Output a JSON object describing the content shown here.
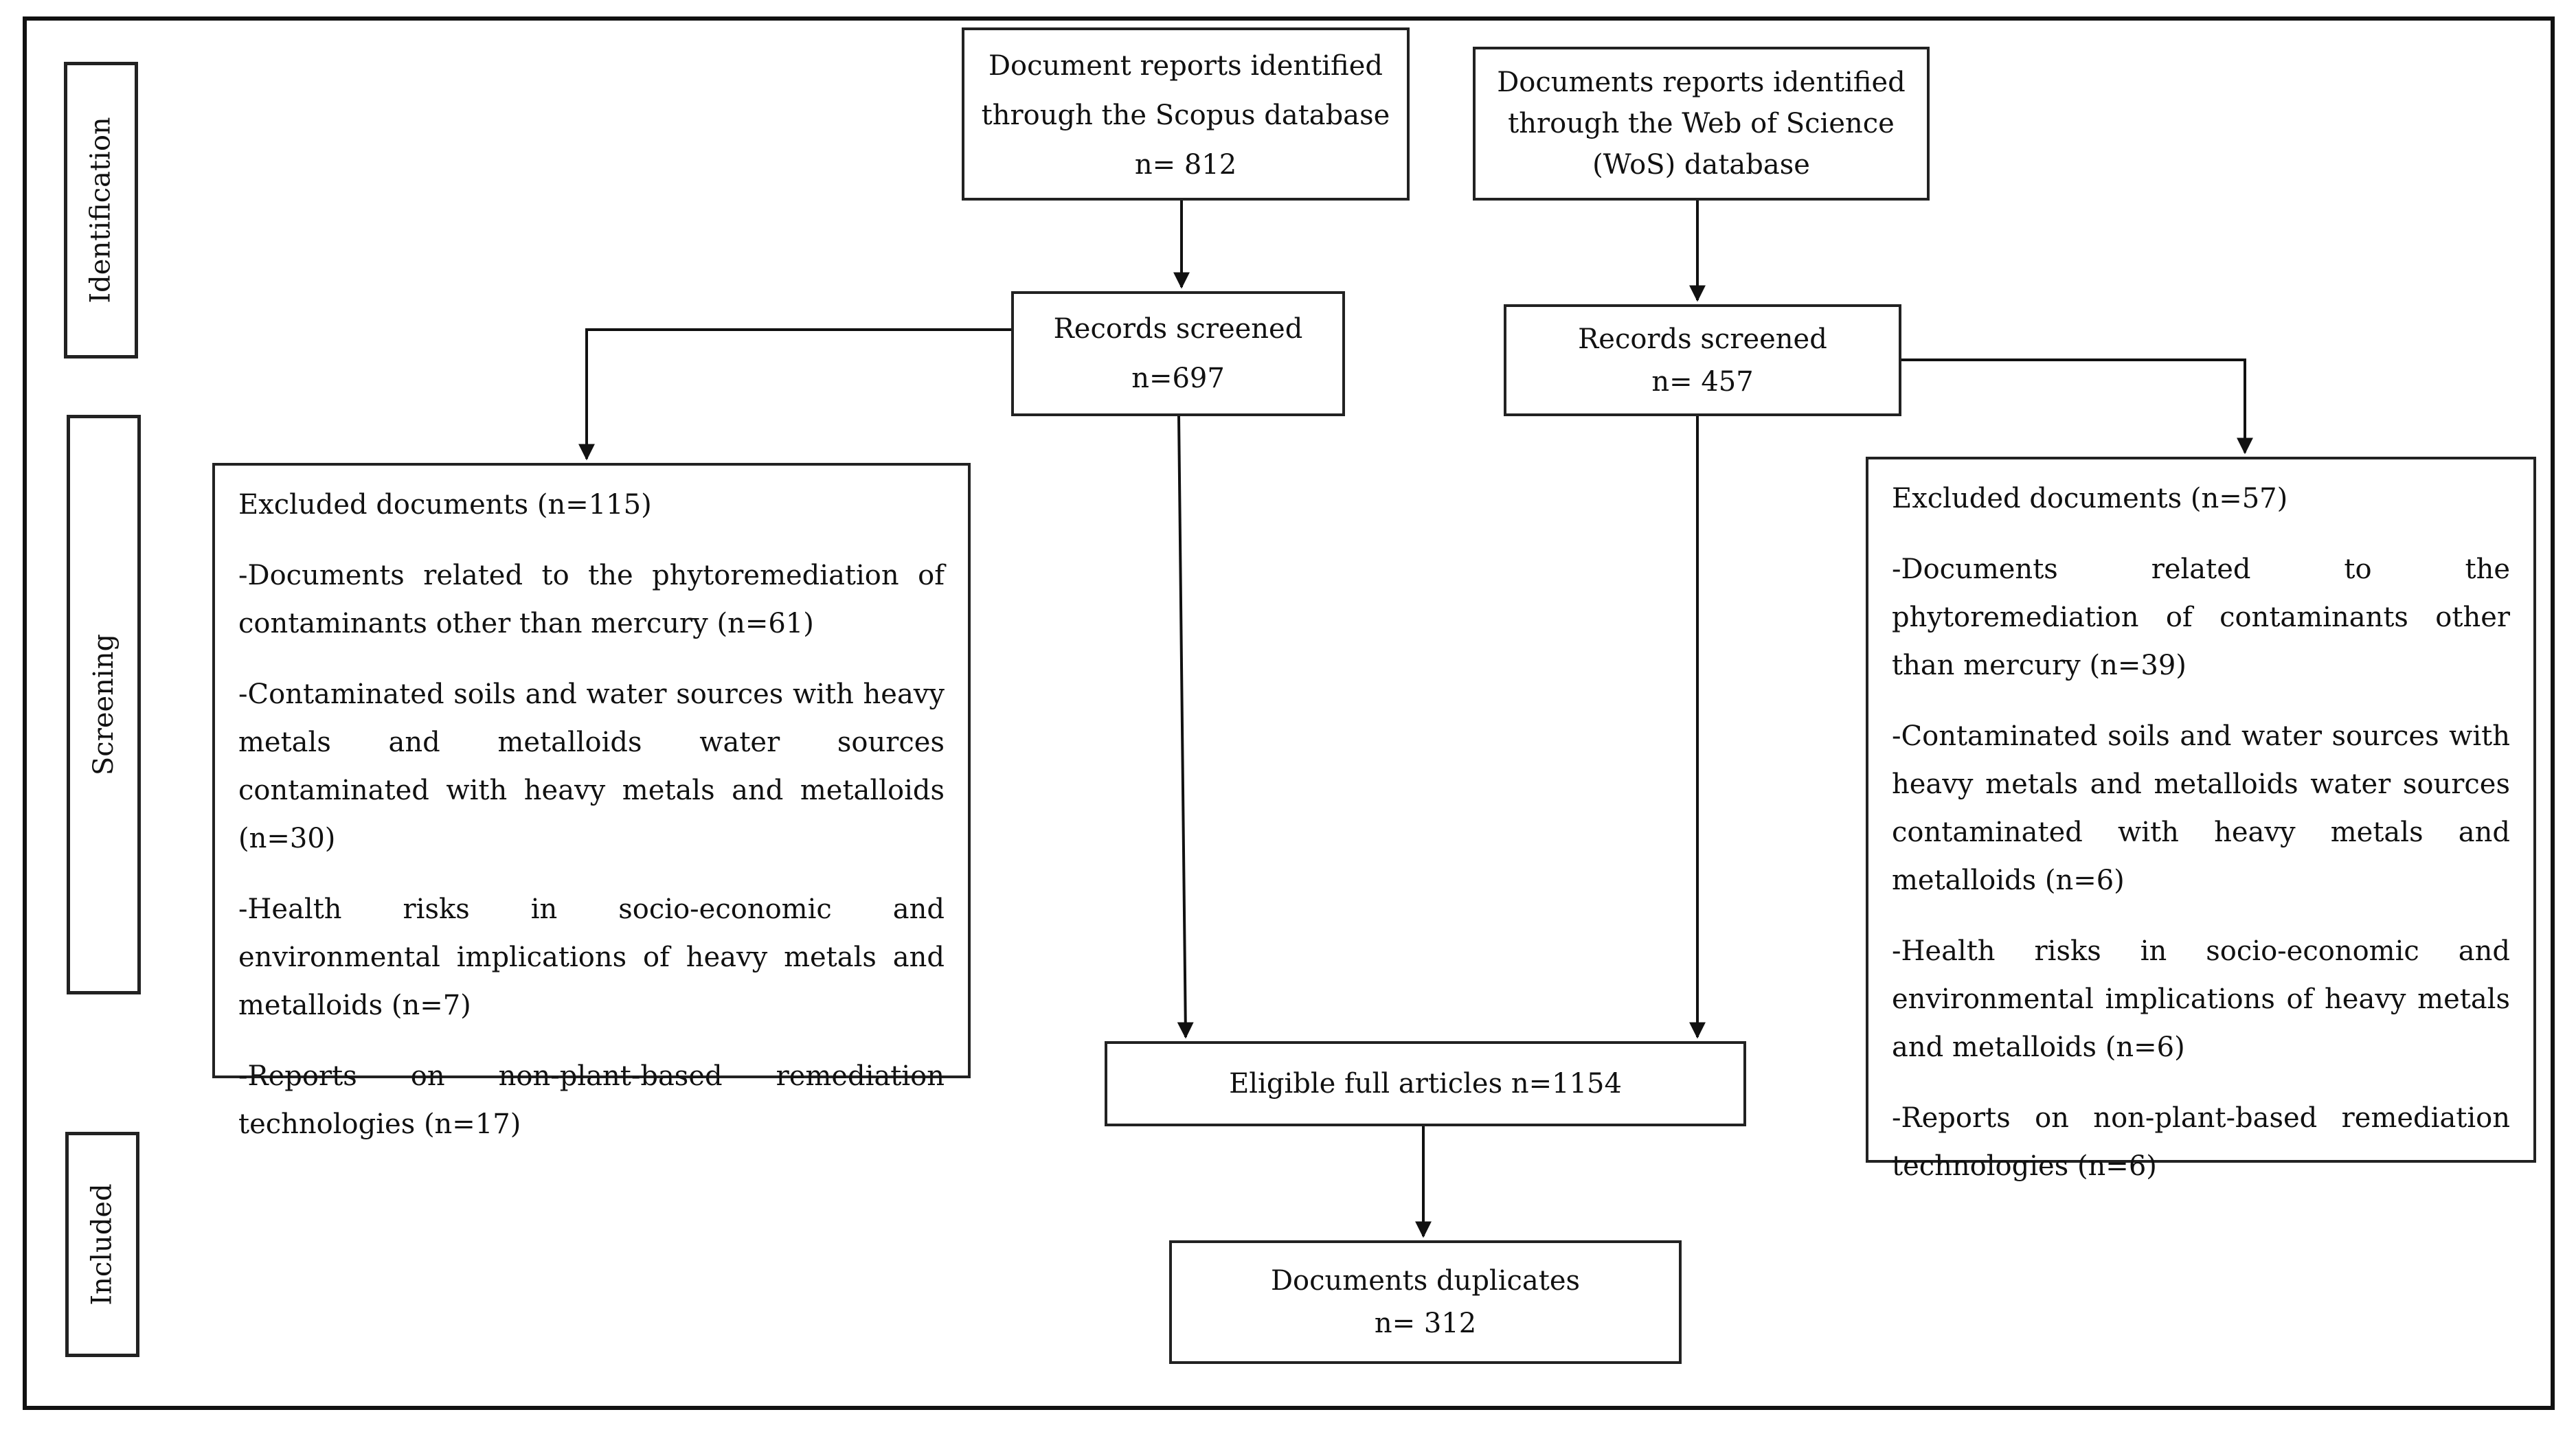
{
  "stages": {
    "identification": "Identification",
    "screening": "Screening",
    "included": "Included"
  },
  "scopus_box": {
    "line1": "Document reports identified",
    "line2": "through the Scopus database",
    "line3": "n= 812"
  },
  "wos_box": {
    "line1": "Documents reports identified",
    "line2": "through the Web of Science",
    "line3": "(WoS) database"
  },
  "screened_left": {
    "line1": "Records screened",
    "line2": "n=697"
  },
  "screened_right": {
    "line1": "Records screened",
    "line2": "n= 457"
  },
  "excluded_left": {
    "title": "Excluded documents (n=115)",
    "items": [
      "-Documents related to the phytoremediation of contaminants other than mercury (n=61)",
      "-Contaminated soils and water sources with heavy metals and metalloids water sources contaminated with heavy metals and metalloids (n=30)",
      "-Health risks in socio-economic and environmental implications of heavy metals and metalloids (n=7)",
      "-Reports on non-plant-based remediation technologies (n=17)"
    ]
  },
  "excluded_right": {
    "title": "Excluded documents (n=57)",
    "items": [
      "-Documents related to the phytoremediation of contaminants other than mercury (n=39)",
      "-Contaminated soils and water sources with heavy metals and metalloids water sources contaminated with heavy metals and metalloids (n=6)",
      "-Health risks in socio-economic and environmental implications of heavy metals and metalloids (n=6)",
      "-Reports on non-plant-based remediation technologies (n=6)"
    ]
  },
  "eligible_box": {
    "label": "Eligible full articles n=1154"
  },
  "duplicates_box": {
    "line1": "Documents duplicates",
    "line2": "n= 312"
  }
}
